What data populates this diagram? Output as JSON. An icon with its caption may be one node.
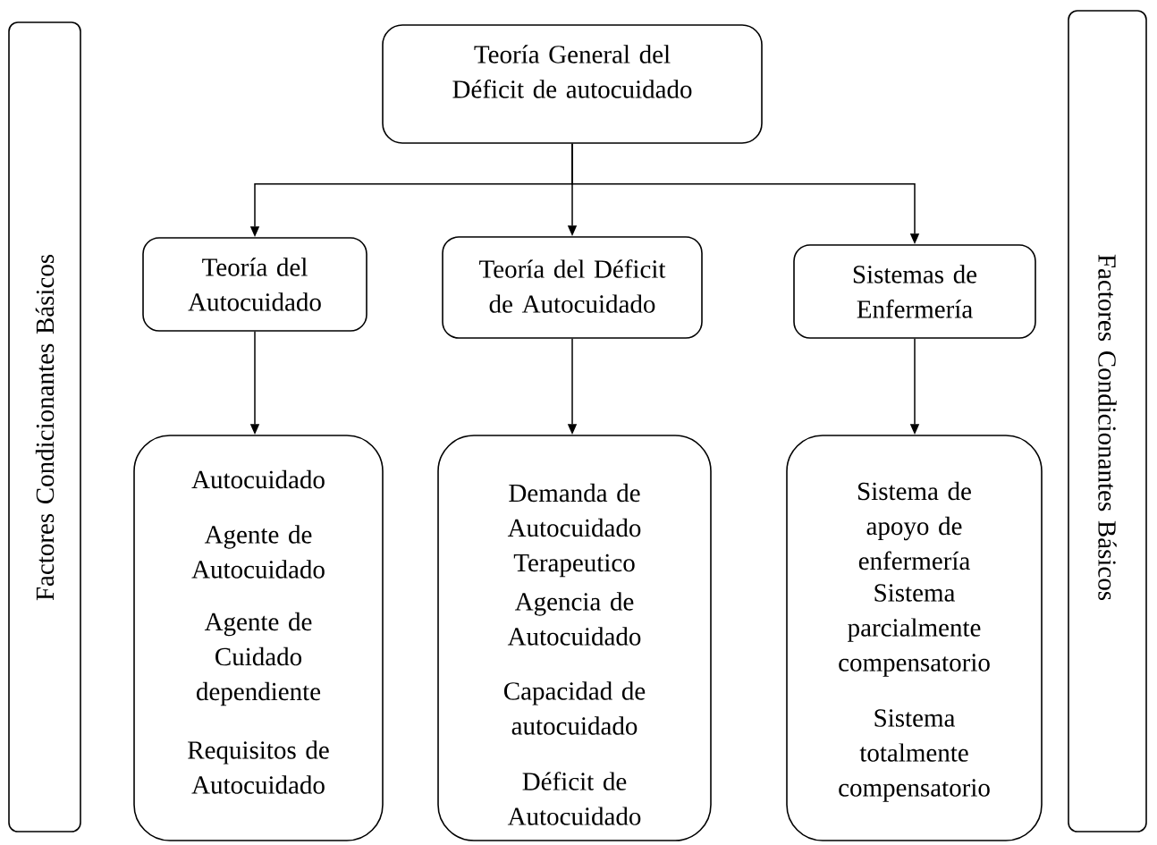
{
  "diagram": {
    "nodes": [
      {
        "text": [
          "Factores Condicionantes Básicos"
        ]
      },
      {
        "text": [
          "Teoría General del Déficit de autocuidado"
        ]
      },
      {
        "text": [
          "Teoría del Autocuidado"
        ]
      },
      {
        "text": [
          "Teoría del Déficit de Autocuidado"
        ]
      },
      {
        "text": [
          "Sistemas de Enfermería"
        ]
      },
      {
        "text": [
          "Autocuidado",
          "Agente de Autocuidado",
          "Agente de Cuidado dependiente",
          "Requisitos de Autocuidado"
        ]
      },
      {
        "text": [
          "Demanda de Autocuidado Terapeutico",
          "Agencia de Autocuidado",
          "Capacidad de autocuidado",
          "Déficit de Autocuidado"
        ]
      },
      {
        "text": [
          "Sistema de apoyo de enfermería",
          "Sistema parcialmente compensatorio",
          "Sistema totalmente compensatorio"
        ]
      },
      {
        "text": [
          "Factores Condicionantes Básicos"
        ]
      }
    ],
    "edges": [
      {
        "from": 1,
        "to": 2,
        "arrow": "to"
      },
      {
        "from": 1,
        "to": 3,
        "arrow": "to"
      },
      {
        "from": 1,
        "to": 4,
        "arrow": "to"
      },
      {
        "from": 2,
        "to": 5,
        "arrow": "to"
      },
      {
        "from": 3,
        "to": 6,
        "arrow": "to"
      },
      {
        "from": 4,
        "to": 7,
        "arrow": "to"
      }
    ]
  }
}
